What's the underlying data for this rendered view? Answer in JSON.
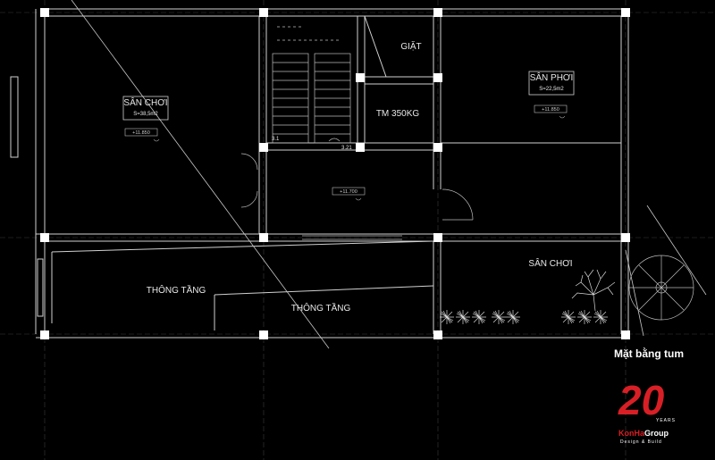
{
  "rooms": {
    "san_choi_1": {
      "name": "SÂN CHƠI",
      "area": "S=38,5m2",
      "level": "+11.850"
    },
    "san_phoi": {
      "name": "SÂN PHƠI",
      "area": "S=22,5m2",
      "level": "+11.850"
    },
    "giat": "GIẶT",
    "elevator": "TM 350KG",
    "hall_level": "+11.700",
    "san_choi_2": "SÂN CHƠI",
    "thong_tang_1": "THÔNG TẦNG",
    "thong_tang_2": "THÔNG TẦNG"
  },
  "dims": {
    "d1": "3.1",
    "d2": "3.21"
  },
  "caption": "Mặt bằng tum",
  "logo": {
    "number": "20",
    "years": "YEARS",
    "brand_a": "Kon",
    "brand_b": "Ha",
    "brand_c": "Group",
    "tagline": "Design & Build"
  },
  "colors": {
    "line": "#cfcfcf",
    "accent": "#d81f26",
    "background": "#000000"
  }
}
